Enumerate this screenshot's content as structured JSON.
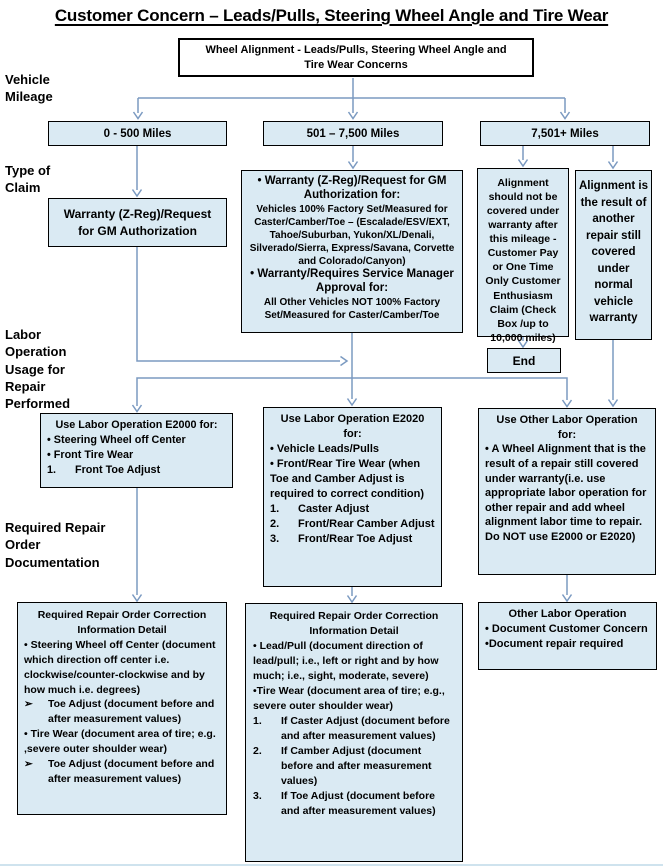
{
  "title": "Customer Concern – Leads/Pulls, Steering Wheel Angle and Tire Wear",
  "colors": {
    "box_fill": "#daeaf3",
    "box_border": "#000000",
    "connector": "#7b9ac1",
    "text": "#000000"
  },
  "side_labels": {
    "vehicle_mileage": "Vehicle Mileage",
    "type_of_claim": "Type of Claim",
    "labor_operation": "Labor Operation Usage for Repair Performed",
    "required_repair": "Required Repair Order Documentation"
  },
  "boxes": {
    "top": "Wheel Alignment - Leads/Pulls, Steering Wheel Angle and Tire Wear Concerns",
    "mileage_low": "0 - 500 Miles",
    "mileage_mid": "501 – 7,500 Miles",
    "mileage_high": "7,501+ Miles",
    "claim_low": "Warranty (Z-Reg)/Request for GM  Authorization",
    "claim_mid": {
      "items": [
        "• Warranty (Z-Reg)/Request for GM Authorization for:",
        "Vehicles 100% Factory Set/Measured for Caster/Camber/Toe – (Escalade/ESV/EXT, Tahoe/Suburban, Yukon/XL/Denali, Silverado/Sierra, Express/Savana,  Corvette and Colorado/Canyon)",
        "• Warranty/Requires Service Manager Approval for:",
        "All Other Vehicles NOT 100% Factory Set/Measured for Caster/Camber/Toe"
      ]
    },
    "claim_high_left": "Alignment should not be covered under warranty after this mileage - Customer Pay or  One Time Only Customer Enthusiasm Claim (Check Box /up to 10,000 miles)",
    "claim_high_right": "Alignment is the result of another repair still covered under normal vehicle warranty",
    "end": "End",
    "labor_low": {
      "title": "Use Labor Operation E2000 for:",
      "items": [
        "• Steering Wheel off Center",
        "• Front Tire Wear",
        {
          "m": "1.",
          "t": "Front Toe Adjust"
        }
      ]
    },
    "labor_mid": {
      "title_line1": "Use Labor Operation E2020",
      "title_line2": "for:",
      "items": [
        "• Vehicle Leads/Pulls",
        "• Front/Rear Tire Wear (when Toe and Camber Adjust is required to correct condition)",
        {
          "m": "1.",
          "t": "Caster Adjust"
        },
        {
          "m": "2.",
          "t": "Front/Rear Camber Adjust"
        },
        {
          "m": "3.",
          "t": "Front/Rear Toe Adjust"
        }
      ]
    },
    "labor_high": {
      "title_line1": "Use Other Labor Operation",
      "title_line2": "for:",
      "body": "• A Wheel Alignment that is the result of a repair still covered under warranty(i.e. use appropriate labor operation for other repair and add wheel alignment labor time to repair. Do NOT use E2000 or E2020)"
    },
    "docs_low": {
      "title_line1": "Required Repair Order Correction",
      "title_line2": "Information Detail",
      "items": [
        "•  Steering Wheel off Center (document which direction off center i.e. clockwise/counter-clockwise and by how much i.e. degrees)",
        {
          "m": "➢",
          "t": "Toe Adjust (document before and after measurement values)"
        },
        "• Tire Wear (document area of tire; e.g. ,severe outer shoulder wear)",
        {
          "m": "➢",
          "t": "Toe Adjust (document before and after measurement values)"
        }
      ]
    },
    "docs_mid": {
      "title_line1": "Required Repair Order Correction",
      "title_line2": "Information Detail",
      "items": [
        "• Lead/Pull (document direction of lead/pull; i.e., left or right and by how much; i.e., sight, moderate, severe)",
        "•Tire Wear (document area of tire; e.g., severe outer shoulder wear)",
        {
          "m": "1.",
          "t": "If Caster Adjust (document before and after measurement values)"
        },
        {
          "m": "2.",
          "t": "If Camber Adjust (document before and after measurement values)"
        },
        {
          "m": "3.",
          "t": "If Toe Adjust (document before and after measurement values)"
        }
      ]
    },
    "docs_high": {
      "title": "Other Labor Operation",
      "items": [
        "• Document Customer Concern",
        "•Document repair required"
      ]
    }
  }
}
